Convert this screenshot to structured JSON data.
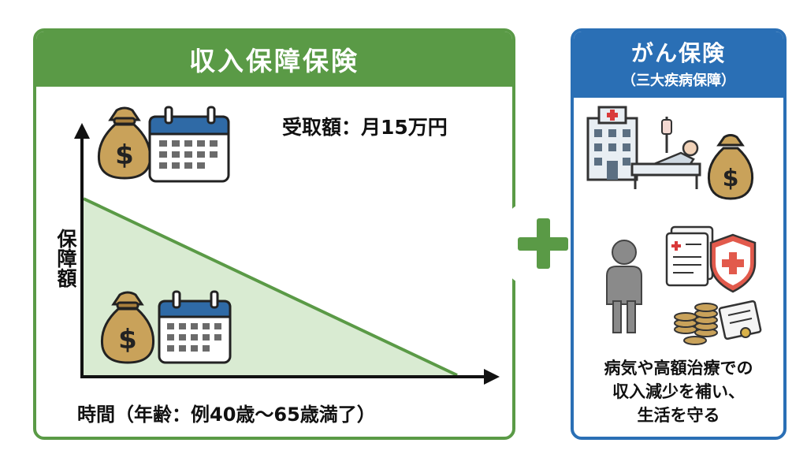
{
  "left_panel": {
    "title": "収入保障保険",
    "income_label": "受取額：月15万円",
    "y_axis_label": "保障額",
    "x_axis_label": "時間（年齢：例40歳〜65歳満了）",
    "accent_color": "#5a9a46",
    "fill_color": "#d9ebd2"
  },
  "connector": {
    "icon": "plus-icon",
    "color": "#5a9a46"
  },
  "right_panel": {
    "title": "がん保険",
    "subtitle": "（三大疾病保障）",
    "caption_lines": [
      "病気や高額治療での",
      "収入減少を補い、",
      "生活を守る"
    ],
    "accent_color": "#2a6fb5"
  },
  "icons": [
    "money-bag-icon",
    "calendar-icon",
    "hospital-icon",
    "hospital-bed-icon",
    "person-icon",
    "medical-document-icon",
    "medical-shield-icon",
    "coins-icon",
    "diploma-icon"
  ]
}
